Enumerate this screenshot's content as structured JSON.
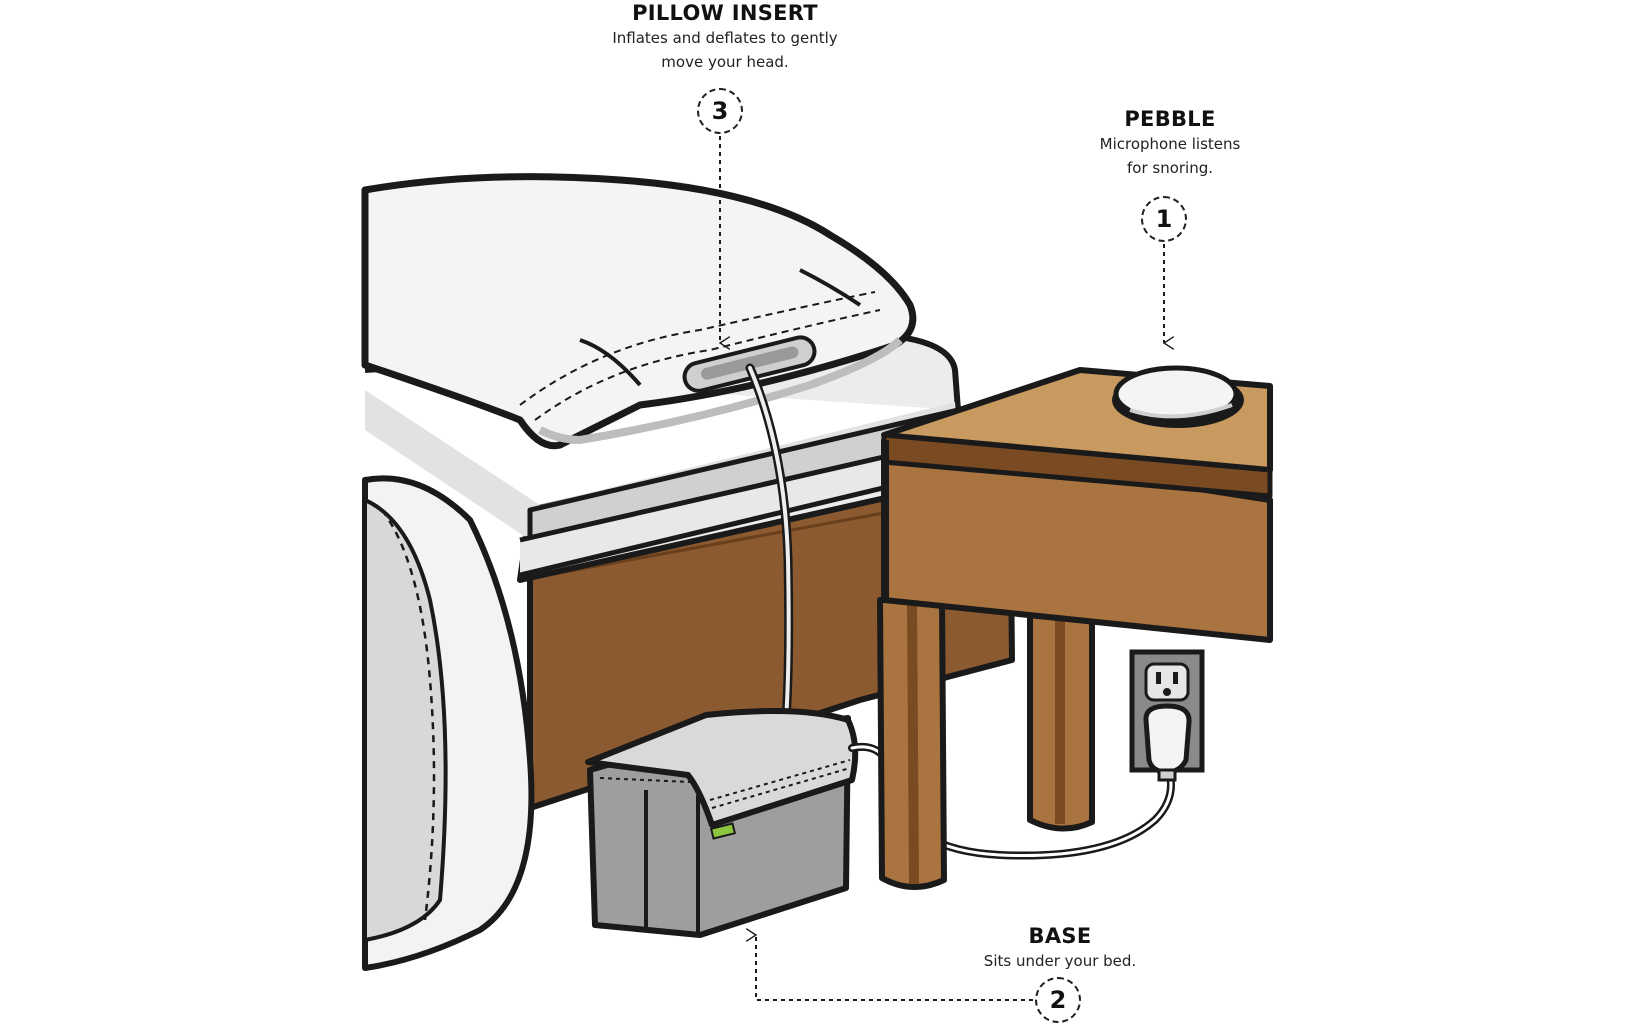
{
  "callouts": {
    "pillow": {
      "number": "3",
      "title": "PILLOW INSERT",
      "line1": "Inflates and deflates to gently",
      "line2": "move your head."
    },
    "pebble": {
      "number": "1",
      "title": "PEBBLE",
      "line1": "Microphone listens",
      "line2": "for snoring."
    },
    "base": {
      "number": "2",
      "title": "BASE",
      "line1": "Sits under your bed."
    }
  },
  "colors": {
    "outline": "#1a1a1a",
    "sheet": "#f3f3f3",
    "sheet_shadow": "#d6d6d6",
    "bed_frame": "#8b5a30",
    "table_top": "#c89a5f",
    "table_body": "#a9743f",
    "table_dark": "#7a4a22",
    "base_box": "#9e9e9e",
    "base_lid": "#d9d9d9",
    "outlet": "#8a8a8a",
    "indicator": "#8cc63f"
  },
  "icons": [
    "pillow-insert-icon",
    "pebble-icon",
    "base-unit-icon",
    "wall-outlet-icon",
    "power-plug-icon"
  ]
}
